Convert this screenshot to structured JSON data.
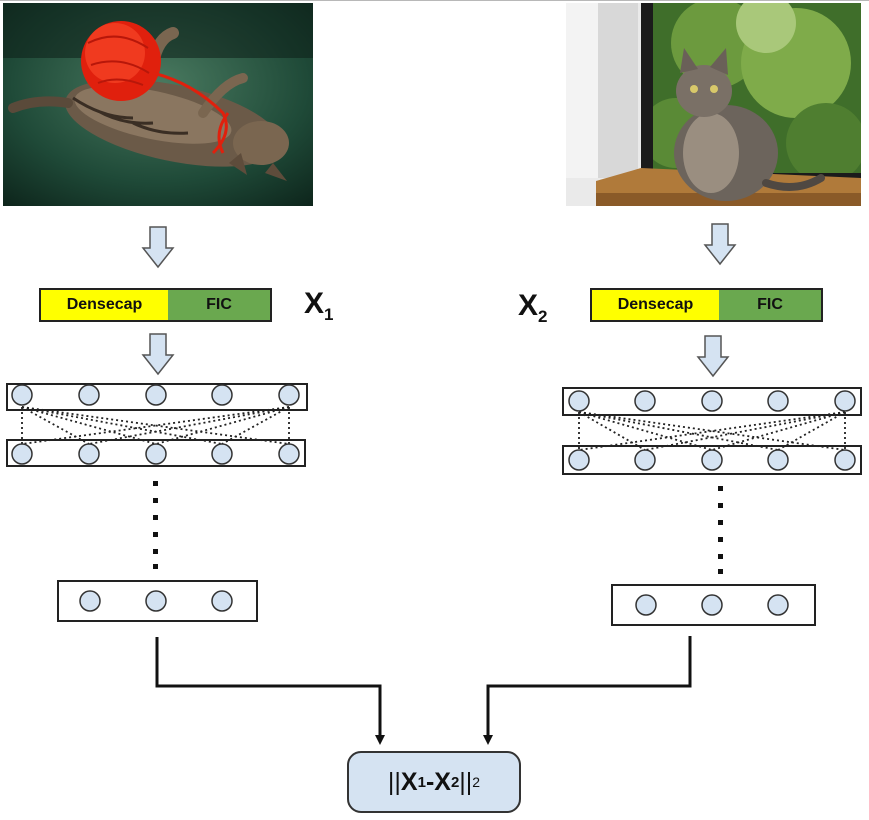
{
  "left_branch": {
    "image": "cat playing with red yarn",
    "feature_bar": {
      "densecap_label": "Densecap",
      "fic_label": "FIC"
    },
    "feature_label": {
      "main": "X",
      "sub": "1"
    }
  },
  "right_branch": {
    "image": "cat sitting on windowsill",
    "feature_bar": {
      "densecap_label": "Densecap",
      "fic_label": "FIC"
    },
    "feature_label": {
      "main": "X",
      "sub": "2"
    }
  },
  "distance": {
    "bars_open": "|| ",
    "x1_main": "X",
    "x1_sub": "1",
    "minus": " -",
    "x2_main": "X",
    "x2_sub": "2",
    "bars_close": " ||",
    "power": "2"
  },
  "colors": {
    "densecap": "#ffff00",
    "fic": "#6aa84f",
    "node_fill": "#d5e3f2",
    "arrow_fill": "#d5e3f2",
    "outline": "#222222"
  }
}
